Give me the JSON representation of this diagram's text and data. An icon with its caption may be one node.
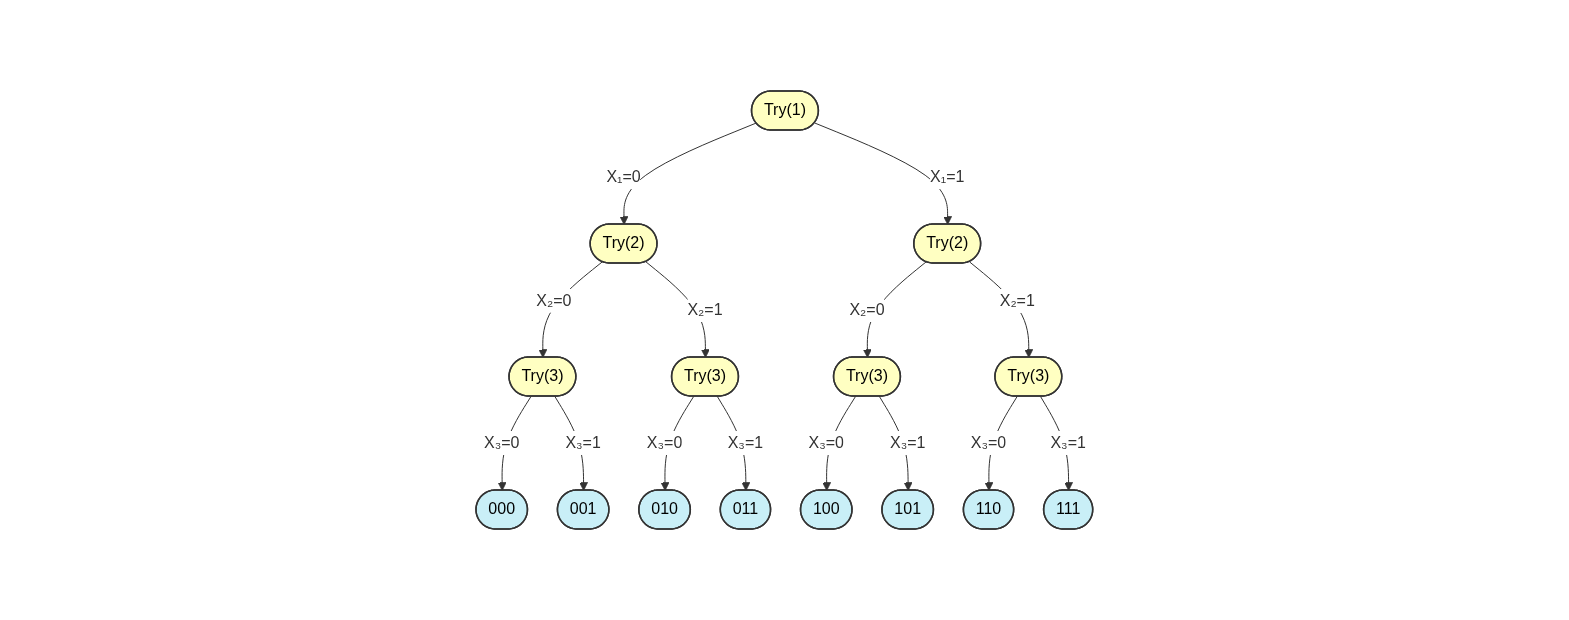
{
  "diagram": {
    "nodes": [
      {
        "text": [
          "Try(1)"
        ]
      },
      {
        "text": [
          "Try(2)"
        ]
      },
      {
        "text": [
          "Try(2)"
        ]
      },
      {
        "text": [
          "Try(3)"
        ]
      },
      {
        "text": [
          "Try(3)"
        ]
      },
      {
        "text": [
          "Try(3)"
        ]
      },
      {
        "text": [
          "Try(3)"
        ]
      },
      {
        "text": [
          "000"
        ]
      },
      {
        "text": [
          "001"
        ]
      },
      {
        "text": [
          "010"
        ]
      },
      {
        "text": [
          "011"
        ]
      },
      {
        "text": [
          "100"
        ]
      },
      {
        "text": [
          "101"
        ]
      },
      {
        "text": [
          "110"
        ]
      },
      {
        "text": [
          "111"
        ]
      }
    ],
    "edges": [
      {
        "from": 0,
        "to": 1,
        "arrow": "to",
        "label": "X₁=0"
      },
      {
        "from": 0,
        "to": 2,
        "arrow": "to",
        "label": "X₁=1"
      },
      {
        "from": 1,
        "to": 3,
        "arrow": "to",
        "label": "X₂=0"
      },
      {
        "from": 1,
        "to": 4,
        "arrow": "to",
        "label": "X₂=1"
      },
      {
        "from": 2,
        "to": 5,
        "arrow": "to",
        "label": "X₂=0"
      },
      {
        "from": 2,
        "to": 6,
        "arrow": "to",
        "label": "X₂=1"
      },
      {
        "from": 3,
        "to": 7,
        "arrow": "to",
        "label": "X₃=0"
      },
      {
        "from": 3,
        "to": 8,
        "arrow": "to",
        "label": "X₃=1"
      },
      {
        "from": 4,
        "to": 9,
        "arrow": "to",
        "label": "X₃=0"
      },
      {
        "from": 4,
        "to": 10,
        "arrow": "to",
        "label": "X₃=1"
      },
      {
        "from": 5,
        "to": 11,
        "arrow": "to",
        "label": "X₃=0"
      },
      {
        "from": 5,
        "to": 12,
        "arrow": "to",
        "label": "X₃=1"
      },
      {
        "from": 6,
        "to": 13,
        "arrow": "to",
        "label": "X₃=0"
      },
      {
        "from": 6,
        "to": 14,
        "arrow": "to",
        "label": "X₃=1"
      }
    ]
  }
}
